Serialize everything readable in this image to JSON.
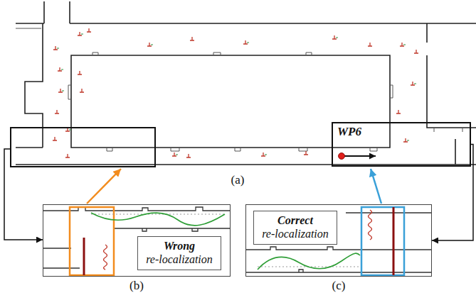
{
  "diagram": {
    "nodes": [
      {
        "text": [
          "WP6"
        ]
      },
      {
        "text": [
          "(b)"
        ]
      },
      {
        "text": [
          "Wrong",
          "re-localization"
        ],
        "in": 1
      },
      {
        "text": [
          "(c)"
        ]
      },
      {
        "text": [
          "Correct",
          "re-localization"
        ],
        "in": 3
      }
    ],
    "edges": [
      {
        "from": 0,
        "to": 3,
        "arrow": "to"
      }
    ],
    "labels": [
      "(a)"
    ]
  }
}
